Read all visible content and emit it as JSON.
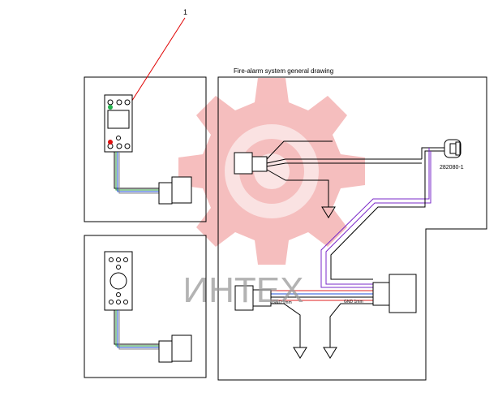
{
  "diagram": {
    "title": "Fire-alarm system general drawing",
    "callout_number": "1",
    "connector_part_number": "282080-1",
    "gnd_label_left": "GND 1mm",
    "gnd_label_right": "GND 1mm",
    "watermark_text": "ИНТЕХ"
  },
  "colors": {
    "line": "#000000",
    "callout": "#e00000",
    "wire_blue": "#1f4fd8",
    "wire_green": "#2a9a3a",
    "wire_gray": "#8a8a8a",
    "wire_purple": "#7a28c8",
    "wire_red": "#e02020",
    "led_green": "#22b14c",
    "led_red": "#e01010",
    "watermark_gear": "#f4b3b3",
    "watermark_text": "#9a9a9a"
  }
}
